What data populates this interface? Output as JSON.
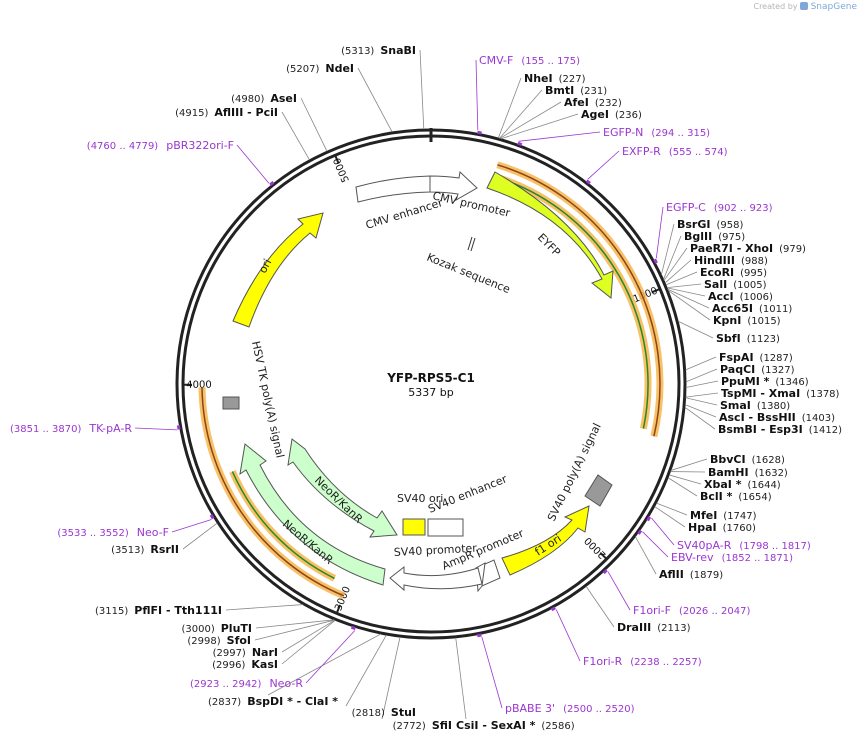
{
  "credit": {
    "prefix": "Created by",
    "brand": "SnapGene"
  },
  "plasmid": {
    "name": "YFP-RPS5-C1",
    "length_label": "5337 bp",
    "length": 5337
  },
  "colors": {
    "backbone": "#222222",
    "primer": "#9a36d0",
    "orf_band": "#f7b54e",
    "orf_line_brown": "#8b4513",
    "orf_line_green": "#228b22",
    "yellow": "#ffff00",
    "eyfp": "#ddff22",
    "neo": "#ccffcc",
    "grey_box": "#999999"
  },
  "ticks": [
    {
      "label": "1000",
      "bp": 1000
    },
    {
      "label": "2000",
      "bp": 2000
    },
    {
      "label": "3000",
      "bp": 3000
    },
    {
      "label": "4000",
      "bp": 4000
    },
    {
      "label": "5000",
      "bp": 5000
    }
  ],
  "features": [
    {
      "label": "CMV enhancer",
      "kind": "arrow",
      "icon": "feature-arrow",
      "color": "#ffffff"
    },
    {
      "label": "CMV promoter",
      "kind": "arrow",
      "icon": "feature-arrow",
      "color": "#ffffff"
    },
    {
      "label": "Kozak sequence",
      "kind": "site",
      "icon": "feature-site",
      "color": "#ffffff"
    },
    {
      "label": "EYFP",
      "kind": "arrow",
      "icon": "feature-arrow",
      "color": "#ddff22"
    },
    {
      "label": "SV40 poly(A) signal",
      "kind": "box",
      "icon": "feature-box",
      "color": "#999999"
    },
    {
      "label": "f1 ori",
      "kind": "arrow",
      "icon": "feature-arrow",
      "color": "#ffff00"
    },
    {
      "label": "AmpR promoter",
      "kind": "arrow",
      "icon": "feature-arrow",
      "color": "#ffffff"
    },
    {
      "label": "SV40 promoter",
      "kind": "arrow",
      "icon": "feature-arrow",
      "color": "#ffffff"
    },
    {
      "label": "SV40 ori",
      "kind": "box",
      "icon": "feature-box",
      "color": "#ffff00"
    },
    {
      "label": "SV40 enhancer",
      "kind": "box",
      "icon": "feature-box",
      "color": "#ffffff"
    },
    {
      "label": "NeoR/KanR",
      "kind": "arrow",
      "icon": "feature-arrow",
      "color": "#ccffcc"
    },
    {
      "label": "NeoR/KanR",
      "kind": "arrow",
      "icon": "feature-arrow",
      "color": "#ccffcc"
    },
    {
      "label": "HSV TK poly(A) signal",
      "kind": "box",
      "icon": "feature-box",
      "color": "#999999"
    },
    {
      "label": "ori",
      "kind": "arrow",
      "icon": "feature-arrow",
      "color": "#ffff00"
    }
  ],
  "right_sites": [
    {
      "name": "NheI",
      "pos": "(227)"
    },
    {
      "name": "BmtI",
      "pos": "(231)"
    },
    {
      "name": "AfeI",
      "pos": "(232)"
    },
    {
      "name": "AgeI",
      "pos": "(236)"
    },
    {
      "name": "BsrGI",
      "pos": "(958)"
    },
    {
      "name": "BglII",
      "pos": "(975)"
    },
    {
      "name": "PaeR7I  - XhoI",
      "pos": "(979)"
    },
    {
      "name": "HindIII",
      "pos": "(988)"
    },
    {
      "name": "EcoRI",
      "pos": "(995)"
    },
    {
      "name": "SalI",
      "pos": "(1005)"
    },
    {
      "name": "AccI",
      "pos": "(1006)"
    },
    {
      "name": "Acc65I",
      "pos": "(1011)"
    },
    {
      "name": "KpnI",
      "pos": "(1015)"
    },
    {
      "name": "SbfI",
      "pos": "(1123)"
    },
    {
      "name": "FspAI",
      "pos": "(1287)"
    },
    {
      "name": "PaqCI",
      "pos": "(1327)"
    },
    {
      "name": "PpuMI *",
      "pos": "(1346)"
    },
    {
      "name": "TspMI  - XmaI",
      "pos": "(1378)"
    },
    {
      "name": "SmaI",
      "pos": "(1380)"
    },
    {
      "name": "AscI  - BssHII",
      "pos": "(1403)"
    },
    {
      "name": "BsmBI  - Esp3I",
      "pos": "(1412)"
    },
    {
      "name": "BbvCI",
      "pos": "(1628)"
    },
    {
      "name": "BamHI",
      "pos": "(1632)"
    },
    {
      "name": "XbaI *",
      "pos": "(1644)"
    },
    {
      "name": "BclI *",
      "pos": "(1654)"
    },
    {
      "name": "MfeI",
      "pos": "(1747)"
    },
    {
      "name": "HpaI",
      "pos": "(1760)"
    },
    {
      "name": "AflII",
      "pos": "(1879)"
    },
    {
      "name": "DraIII",
      "pos": "(2113)"
    }
  ],
  "bottom_sites": [
    {
      "name": "CsiI  - SexAI *",
      "pos": "(2586)"
    },
    {
      "name": "SfiI",
      "pos": "(2772)"
    },
    {
      "name": "StuI",
      "pos": "(2818)"
    },
    {
      "name": "BspDI *  - ClaI *",
      "pos": "(2837)"
    }
  ],
  "left_sites": [
    {
      "name": "KasI",
      "pos": "(2996)"
    },
    {
      "name": "NarI",
      "pos": "(2997)"
    },
    {
      "name": "SfoI",
      "pos": "(2998)"
    },
    {
      "name": "PluTI",
      "pos": "(3000)"
    },
    {
      "name": "PflFI  - Tth111I",
      "pos": "(3115)"
    },
    {
      "name": "RsrII",
      "pos": "(3513)"
    },
    {
      "name": "AflIII  - PciI",
      "pos": "(4915)"
    },
    {
      "name": "AseI",
      "pos": "(4980)"
    },
    {
      "name": "NdeI",
      "pos": "(5207)"
    },
    {
      "name": "SnaBI",
      "pos": "(5313)"
    }
  ],
  "primers": [
    {
      "name": "CMV-F",
      "range": "(155 .. 175)"
    },
    {
      "name": "EGFP-N",
      "range": "(294 .. 315)"
    },
    {
      "name": "EXFP-R",
      "range": "(555 .. 574)"
    },
    {
      "name": "EGFP-C",
      "range": "(902 .. 923)"
    },
    {
      "name": "SV40pA-R",
      "range": "(1798 .. 1817)"
    },
    {
      "name": "EBV-rev",
      "range": "(1852 .. 1871)"
    },
    {
      "name": "F1ori-F",
      "range": "(2026 .. 2047)"
    },
    {
      "name": "F1ori-R",
      "range": "(2238 .. 2257)"
    },
    {
      "name": "pBABE 3'",
      "range": "(2500 .. 2520)"
    },
    {
      "name": "Neo-R",
      "range": "(2923 .. 2942)"
    },
    {
      "name": "Neo-F",
      "range": "(3533 .. 3552)"
    },
    {
      "name": "TK-pA-R",
      "range": "(3851 .. 3870)"
    },
    {
      "name": "pBR322ori-F",
      "range": "(4760 .. 4779)"
    }
  ]
}
